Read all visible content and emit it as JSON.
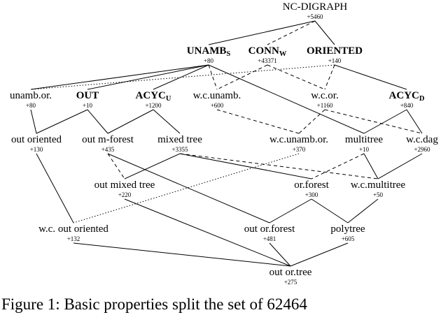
{
  "nodes": [
    {
      "id": "nc",
      "label": "NC-DIGRAPH",
      "count": "+5460"
    },
    {
      "id": "unamb",
      "label": "UNAMB",
      "sub": "S",
      "bold": true,
      "count": "+80"
    },
    {
      "id": "conn",
      "label": "CONN",
      "sub": "W",
      "bold": true,
      "count": "+43371"
    },
    {
      "id": "oriented",
      "label": "ORIENTED",
      "bold": true,
      "count": "+140"
    },
    {
      "id": "unambor",
      "label": "unamb.or.",
      "count": "+80"
    },
    {
      "id": "out",
      "label": "OUT",
      "bold": true,
      "count": "+10"
    },
    {
      "id": "acycu",
      "label": "ACYC",
      "sub": "U",
      "bold": true,
      "count": "+1200"
    },
    {
      "id": "wcunamb",
      "label": "w.c.unamb.",
      "count": "+600"
    },
    {
      "id": "wcor",
      "label": "w.c.or.",
      "count": "+1160"
    },
    {
      "id": "acycd",
      "label": "ACYC",
      "sub": "D",
      "bold": true,
      "count": "+840"
    },
    {
      "id": "outoriented",
      "label": "out oriented",
      "count": "+130"
    },
    {
      "id": "outmforest",
      "label": "out m-forest",
      "count": "+435"
    },
    {
      "id": "mixedtree",
      "label": "mixed tree",
      "count": "+3355"
    },
    {
      "id": "wcunambor",
      "label": "w.c.unamb.or.",
      "count": "+370"
    },
    {
      "id": "multitree",
      "label": "multitree",
      "count": "+10"
    },
    {
      "id": "wcdag",
      "label": "w.c.dag",
      "count": "+2960"
    },
    {
      "id": "outmixedtree",
      "label": "out mixed tree",
      "count": "+220"
    },
    {
      "id": "orforest",
      "label": "or.forest",
      "count": "+300"
    },
    {
      "id": "wcmultitree",
      "label": "w.c.multitree",
      "count": "+50"
    },
    {
      "id": "wcoutoriented",
      "label": "w.c. out oriented",
      "count": "+132"
    },
    {
      "id": "outorforest",
      "label": "out or.forest",
      "count": "+481"
    },
    {
      "id": "polytree",
      "label": "polytree",
      "count": "+605"
    },
    {
      "id": "outortree",
      "label": "out or.tree",
      "count": "+275"
    }
  ],
  "edges": [
    {
      "from": "nc",
      "to": "unamb",
      "style": "solid"
    },
    {
      "from": "nc",
      "to": "conn",
      "style": "dashed"
    },
    {
      "from": "nc",
      "to": "oriented",
      "style": "solid"
    },
    {
      "from": "unamb",
      "to": "unambor",
      "style": "solid"
    },
    {
      "from": "unamb",
      "to": "out",
      "style": "solid"
    },
    {
      "from": "unamb",
      "to": "acycu",
      "style": "solid"
    },
    {
      "from": "unamb",
      "to": "wcunamb",
      "style": "dashed"
    },
    {
      "from": "unamb",
      "to": "multitree",
      "style": "solid"
    },
    {
      "from": "conn",
      "to": "wcunamb",
      "style": "dashed"
    },
    {
      "from": "conn",
      "to": "wcor",
      "style": "dashed"
    },
    {
      "from": "oriented",
      "to": "unambor",
      "style": "dotted"
    },
    {
      "from": "oriented",
      "to": "wcor",
      "style": "dashed"
    },
    {
      "from": "oriented",
      "to": "acycd",
      "style": "solid"
    },
    {
      "from": "unambor",
      "to": "outoriented",
      "style": "solid"
    },
    {
      "from": "out",
      "to": "outoriented",
      "style": "solid"
    },
    {
      "from": "out",
      "to": "outmforest",
      "style": "solid"
    },
    {
      "from": "acycu",
      "to": "outmforest",
      "style": "solid"
    },
    {
      "from": "acycu",
      "to": "mixedtree",
      "style": "solid"
    },
    {
      "from": "wcunamb",
      "to": "wcunambor",
      "style": "dashed"
    },
    {
      "from": "wcor",
      "to": "wcunambor",
      "style": "dashed"
    },
    {
      "from": "wcor",
      "to": "wcdag",
      "style": "dashed"
    },
    {
      "from": "acycd",
      "to": "multitree",
      "style": "solid"
    },
    {
      "from": "acycd",
      "to": "wcdag",
      "style": "solid"
    },
    {
      "from": "outoriented",
      "to": "wcoutoriented",
      "style": "solid"
    },
    {
      "from": "outmforest",
      "to": "outmixedtree",
      "style": "dashed"
    },
    {
      "from": "outmforest",
      "to": "outorforest",
      "style": "solid"
    },
    {
      "from": "mixedtree",
      "to": "outmixedtree",
      "style": "solid"
    },
    {
      "from": "mixedtree",
      "to": "orforest",
      "style": "solid"
    },
    {
      "from": "mixedtree",
      "to": "wcmultitree",
      "style": "dashed"
    },
    {
      "from": "wcunambor",
      "to": "wcoutoriented",
      "style": "dotted"
    },
    {
      "from": "multitree",
      "to": "orforest",
      "style": "dashed"
    },
    {
      "from": "multitree",
      "to": "wcmultitree",
      "style": "solid"
    },
    {
      "from": "wcdag",
      "to": "wcmultitree",
      "style": "solid"
    },
    {
      "from": "outmixedtree",
      "to": "outortree",
      "style": "solid"
    },
    {
      "from": "orforest",
      "to": "outorforest",
      "style": "solid"
    },
    {
      "from": "orforest",
      "to": "polytree",
      "style": "solid"
    },
    {
      "from": "wcmultitree",
      "to": "polytree",
      "style": "solid"
    },
    {
      "from": "wcoutoriented",
      "to": "outortree",
      "style": "solid"
    },
    {
      "from": "outorforest",
      "to": "outortree",
      "style": "solid"
    },
    {
      "from": "polytree",
      "to": "outortree",
      "style": "solid"
    }
  ],
  "caption": "Figure 1: Basic properties split the set of 62464"
}
